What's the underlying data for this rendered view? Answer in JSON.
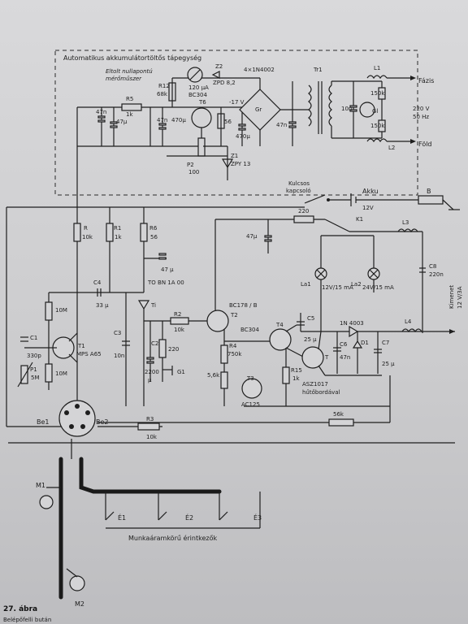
{
  "header": {
    "line1": "Automatikus akkumulátortöltős tápegység",
    "meter1": "Eltolt nullapontú",
    "meter2": "mérőműszer"
  },
  "labels": {
    "r5": "R5",
    "r5v": "1k",
    "r12": "R12",
    "r12v": "68k",
    "meter_cur": "120 μA",
    "z2": "Z2",
    "z2v": "ZPD 8,2",
    "t6": "T6",
    "t6type": "BC304",
    "bridge": "4×1N4002",
    "gr": "Gr",
    "tr1": "Tr1",
    "l1": "L1",
    "l2": "L2",
    "c150a": "150k",
    "c150b": "150k",
    "c10n": "10n",
    "gl": "Gl",
    "fazis": "Fázis",
    "fold": "Föld",
    "v220a": "220 V",
    "v220b": "50 Hz",
    "c47n_1": "47n",
    "c47u_1": "47μ",
    "c47n_2": "47n",
    "c470u": "470μ",
    "m17v": "-17 V",
    "r56": "56",
    "c470u_2": "470μ",
    "c47n_3": "47n",
    "p2": "P2",
    "p2v": "100",
    "z1": "Z1",
    "z1v": "ZPY 13",
    "kulcs1": "Kulcsos",
    "kulcs2": "kapcsoló",
    "akku": "Akku",
    "v12": "12V",
    "b": "B",
    "k1": "K1",
    "r220": "220",
    "l3": "L3",
    "r": "R",
    "rv": "10k",
    "r1": "R1",
    "r1v": "1k",
    "r6": "R6",
    "r6v": "56",
    "c47u_2": "47μ",
    "c47u_3": "47 μ",
    "c4": "C4",
    "c4v": "33 μ",
    "tobn": "TO BN 1A 00",
    "ti": "Ti",
    "r10m_1": "10M",
    "r10m_2": "10M",
    "t1": "T1",
    "t1type": "MPS A65",
    "c1": "C1",
    "c1v": "330p",
    "p1": "P1",
    "p1v": "5M",
    "c3": "C3",
    "c3v": "10n",
    "r2": "R2",
    "r2v": "10k",
    "c2": "C2",
    "c2v": "2200",
    "c2u": "μ",
    "r220b": "220",
    "g1": "G1",
    "t2type": "BC178 / B",
    "t2": "T2",
    "bc304": "BC304",
    "t4": "T4",
    "r4": "R4",
    "r4v": "750k",
    "r56k": "5,6k",
    "t3": "T3",
    "t3type": "AC125",
    "r15": "R15",
    "r15v": "1k",
    "c5": "C5",
    "c5v": "25 μ",
    "t5": "T",
    "asz": "ASZ1017",
    "hato": "hűtőbordával",
    "diode": "1N 4003",
    "c6": "C6",
    "c6v": "47n",
    "d1": "D1",
    "c7": "C7",
    "c7v": "25 μ",
    "l4": "L4",
    "la1": "La1",
    "la1v": "12V/15 mA",
    "la2": "La2",
    "la2v": "24V/15 mA",
    "c8": "C8",
    "c8v": "220n",
    "kimenet": "Kimenet",
    "kimenetv": "12 V/3A",
    "r56k2": "56k",
    "be1": "Be1",
    "be2": "Be2",
    "r3": "R3",
    "r3v": "10k",
    "m1": "M1",
    "m2": "M2",
    "e1": "É1",
    "e2": "É2",
    "e3": "É3",
    "munka": "Munkaáramkörű érintkezők"
  },
  "caption": {
    "figure": "27. ábra",
    "text": "Belépőfelli bután"
  }
}
